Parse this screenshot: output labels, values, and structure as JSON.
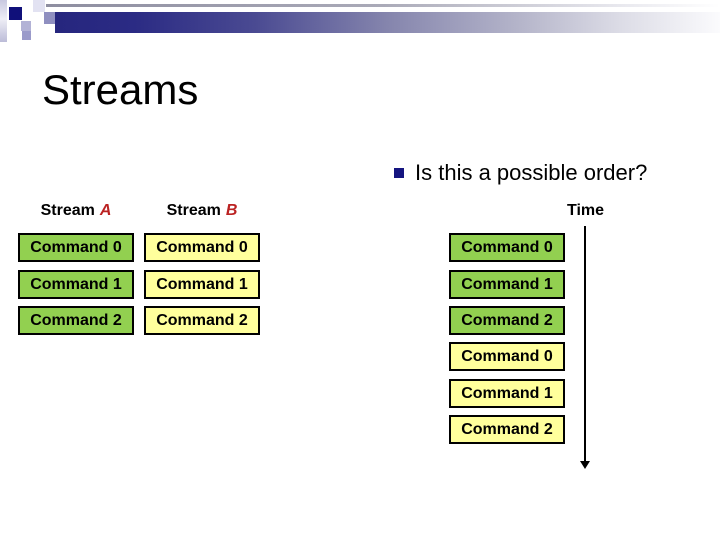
{
  "slide": {
    "title": "Streams",
    "bullet_text": "Is this a possible order?",
    "streams": [
      {
        "name": "Stream",
        "letter": "A",
        "fill": "#92d050",
        "commands": [
          "Command 0",
          "Command 1",
          "Command 2"
        ]
      },
      {
        "name": "Stream",
        "letter": "B",
        "fill": "#ffff9c",
        "commands": [
          "Command 0",
          "Command 1",
          "Command 2"
        ]
      }
    ],
    "timeline": {
      "label": "Time",
      "entries": [
        {
          "label": "Command 0",
          "stream": "A"
        },
        {
          "label": "Command 1",
          "stream": "A"
        },
        {
          "label": "Command 2",
          "stream": "A"
        },
        {
          "label": "Command 0",
          "stream": "B"
        },
        {
          "label": "Command 1",
          "stream": "B"
        },
        {
          "label": "Command 2",
          "stream": "B"
        }
      ]
    },
    "colors": {
      "stream_a_fill": "#92d050",
      "stream_b_fill": "#ffff9c",
      "box_border": "#000000",
      "stream_letter_red": "#bb2222",
      "bullet_navy": "#151580",
      "header_bar_navy": "#26267e",
      "title_text": "#000000"
    }
  }
}
